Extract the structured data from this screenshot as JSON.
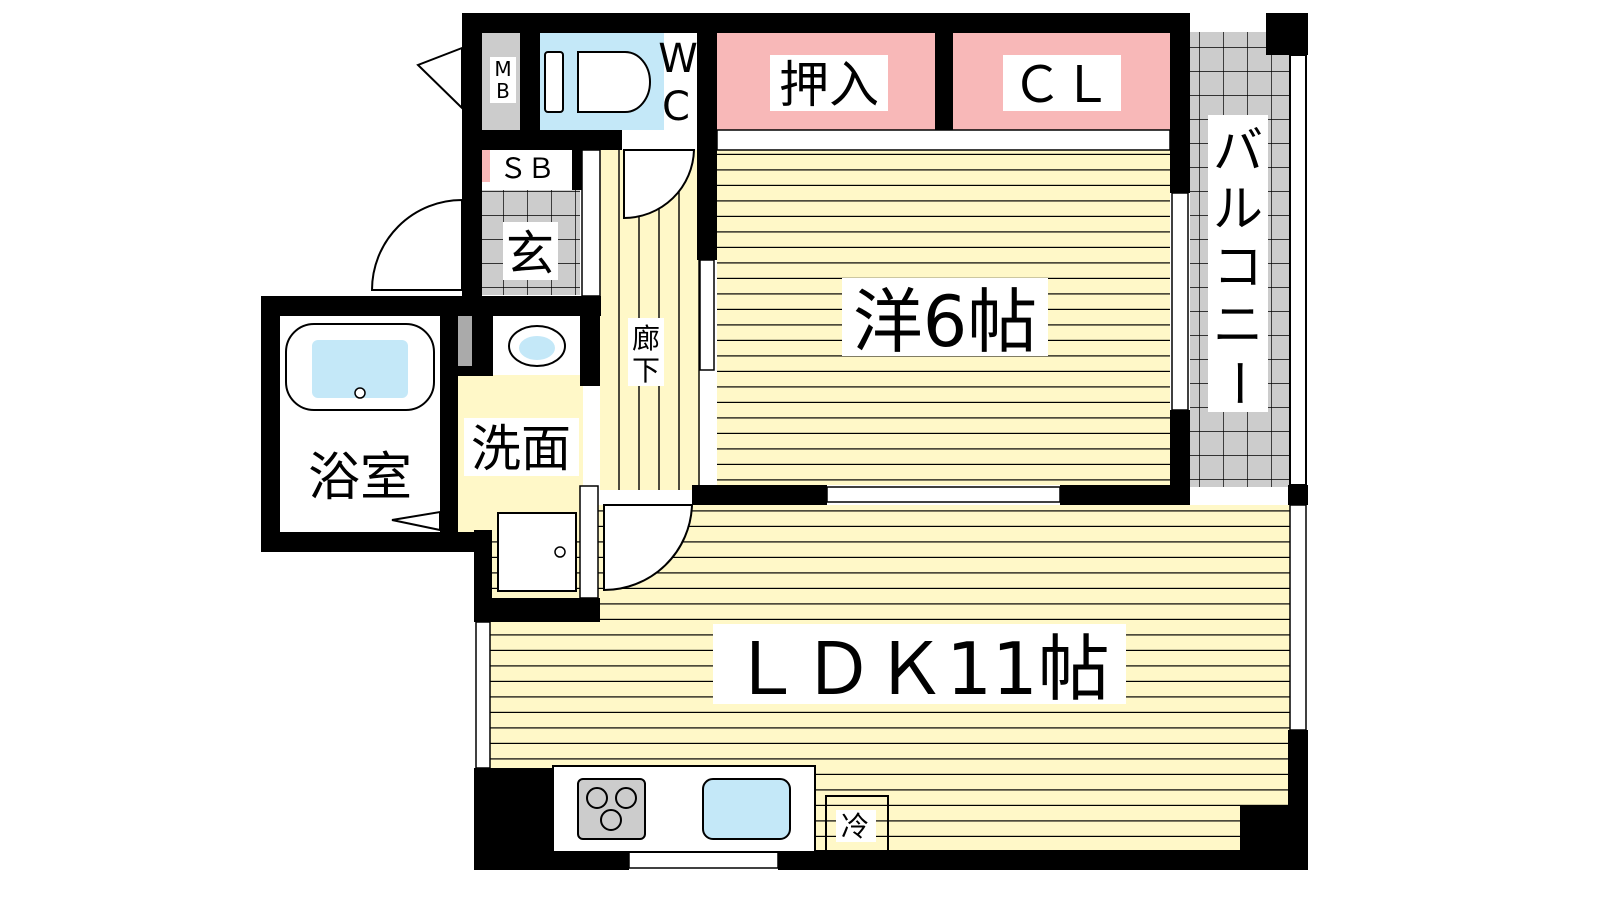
{
  "floorplan": {
    "rooms": {
      "mb": {
        "line1": "M",
        "line2": "B"
      },
      "wc": {
        "line1": "W",
        "line2": "C"
      },
      "oshiire": "押入",
      "closet": "ＣＬ",
      "shoe_box": "ＳＢ",
      "entrance": "玄",
      "western_room": "洋6帖",
      "balcony": [
        "バ",
        "ル",
        "コ",
        "ニ",
        "ー"
      ],
      "hallway": {
        "line1": "廊",
        "line2": "下"
      },
      "bathroom": "浴室",
      "washroom": "洗面",
      "ldk": "ＬＤＫ11帖",
      "fridge": "冷"
    },
    "colors": {
      "wall": "#000000",
      "floor_wood": "#fff8c8",
      "tile": "#cccccc",
      "water": "#c4e8f8",
      "storage": "#f8b8b8"
    }
  }
}
